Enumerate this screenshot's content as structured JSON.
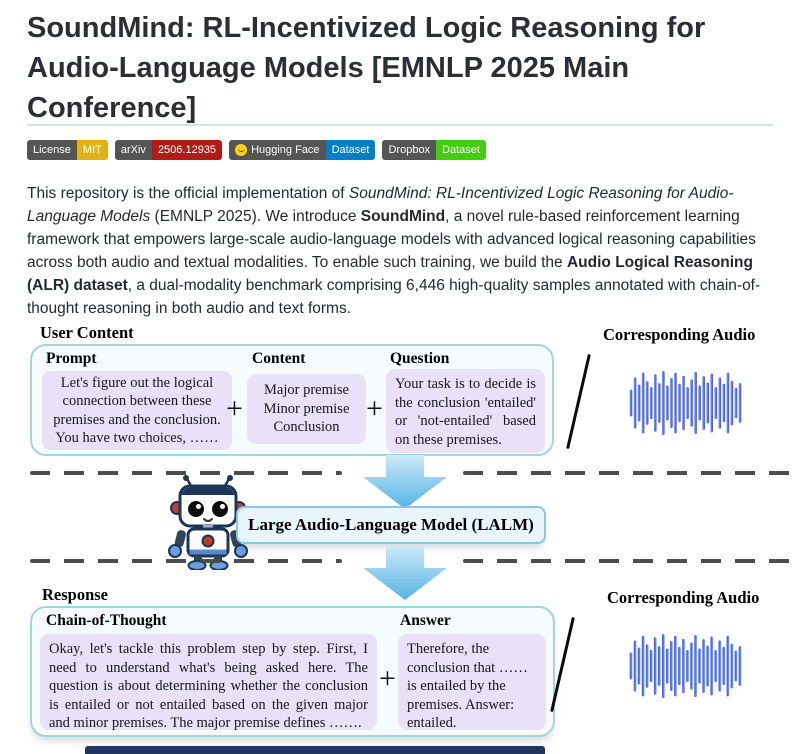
{
  "title": {
    "full": "SoundMind: RL-Incentivized Logic Reasoning for Audio-Language Models [EMNLP 2025 Main Conference]",
    "lines": [
      "SoundMind: RL-Incentivized Logic Reasoning for",
      "Audio-Language Models [EMNLP 2025 Main",
      "Conference]"
    ]
  },
  "badges": [
    {
      "label": "License",
      "value": "MIT",
      "label_bg": "#555555",
      "value_bg": "#dfb317",
      "icon": null
    },
    {
      "label": "arXiv",
      "value": "2506.12935",
      "label_bg": "#555555",
      "value_bg": "#b31b1b",
      "icon": null
    },
    {
      "label": "Hugging Face",
      "value": "Dataset",
      "label_bg": "#555555",
      "value_bg": "#007ec6",
      "icon": "hugging-face-emoji"
    },
    {
      "label": "Dropbox",
      "value": "Dataset",
      "label_bg": "#555555",
      "value_bg": "#44cc11",
      "icon": null
    }
  ],
  "intro": {
    "segments": [
      {
        "t": "This repository is the official implementation of "
      },
      {
        "t": "SoundMind: RL-Incentivized Logic Reasoning for Audio-Language Models",
        "i": true
      },
      {
        "t": " (EMNLP 2025). We introduce "
      },
      {
        "t": "SoundMind",
        "b": true
      },
      {
        "t": ", a novel rule-based reinforcement learning framework that empowers large-scale audio-language models with advanced logical reasoning capabilities across both audio and textual modalities. To enable such training, we build the "
      },
      {
        "t": "Audio Logical Reasoning (ALR) dataset",
        "b": true
      },
      {
        "t": ", a dual-modality benchmark comprising 6,446 high-quality samples annotated with chain-of-thought reasoning in both audio and text forms."
      }
    ]
  },
  "figure": {
    "user_content": {
      "section_label": "User Content",
      "prompt_label": "Prompt",
      "prompt_text": "Let's figure out the logical connection between these premises and the conclusion. You have two choices, ……",
      "content_label": "Content",
      "content_lines": [
        "Major premise",
        "Minor premise",
        "Conclusion"
      ],
      "question_label": "Question",
      "question_text": "Your task is to decide is the conclusion 'entailed' or 'not-entailed' based on these premises.",
      "plus": "+"
    },
    "audio_top_label": "Corresponding Audio",
    "model_label": "Large Audio-Language Model (LALM)",
    "response": {
      "section_label": "Response",
      "cot_label": "Chain-of-Thought",
      "cot_text": "Okay, let's tackle this problem step by step. First, I need to understand what's being asked here. The question is about determining whether the conclusion is entailed or not entailed based on the given major and minor premises. The major premise defines …….",
      "answer_label": "Answer",
      "answer_text": "Therefore, the conclusion that …… is entailed by the premises. Answer: entailed.",
      "plus": "+"
    },
    "audio_bottom_label": "Corresponding Audio",
    "waveform": {
      "bars": [
        0.42,
        0.8,
        0.58,
        0.95,
        0.68,
        0.5,
        0.9,
        0.62,
        1.0,
        0.55,
        0.78,
        0.95,
        0.6,
        0.85,
        0.5,
        0.74,
        0.97,
        0.55,
        0.84,
        0.64,
        0.92,
        0.5,
        0.8,
        0.6,
        0.95,
        0.7,
        0.48,
        0.62
      ],
      "top_colors": [
        "#2fc4dc",
        "#8a2be2"
      ],
      "bottom_colors": [
        "#7b2ff0",
        "#2fc4dc"
      ]
    },
    "colors": {
      "container_border": "#a4d4de",
      "container_bg": "#f6fbfd",
      "box_bg": "#e9e1f7",
      "arrow_top": "#cdeaf8",
      "arrow_bottom": "#55b4e5",
      "dash": "#4d4d4d",
      "cutoff_bar": "#20355e"
    }
  }
}
